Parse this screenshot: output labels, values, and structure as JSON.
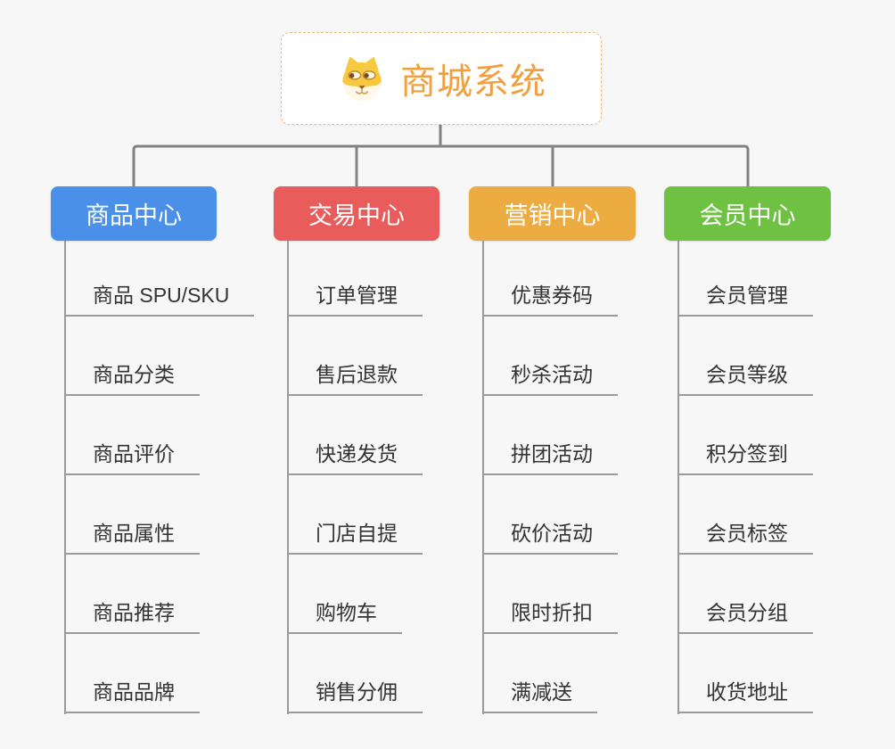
{
  "root": {
    "title": "商城系统",
    "icon": "doge-icon"
  },
  "branches": [
    {
      "id": "product-center",
      "label": "商品中心",
      "color": "#4A90E8",
      "items": [
        "商品 SPU/SKU",
        "商品分类",
        "商品评价",
        "商品属性",
        "商品推荐",
        "商品品牌"
      ]
    },
    {
      "id": "trade-center",
      "label": "交易中心",
      "color": "#E85C5C",
      "items": [
        "订单管理",
        "售后退款",
        "快递发货",
        "门店自提",
        "购物车",
        "销售分佣"
      ]
    },
    {
      "id": "marketing-center",
      "label": "营销中心",
      "color": "#ECAC41",
      "items": [
        "优惠券码",
        "秒杀活动",
        "拼团活动",
        "砍价活动",
        "限时折扣",
        "满减送"
      ]
    },
    {
      "id": "member-center",
      "label": "会员中心",
      "color": "#6EC142",
      "items": [
        "会员管理",
        "会员等级",
        "积分签到",
        "会员标签",
        "会员分组",
        "收货地址"
      ]
    }
  ],
  "style": {
    "background": "#F7F7F7",
    "connector_color": "#828282",
    "leaf_line_color": "#9A9A9A",
    "leaf_text_color": "#333333",
    "root_text_color": "#F0A03F",
    "root_border_color": "#F2BE7E"
  }
}
